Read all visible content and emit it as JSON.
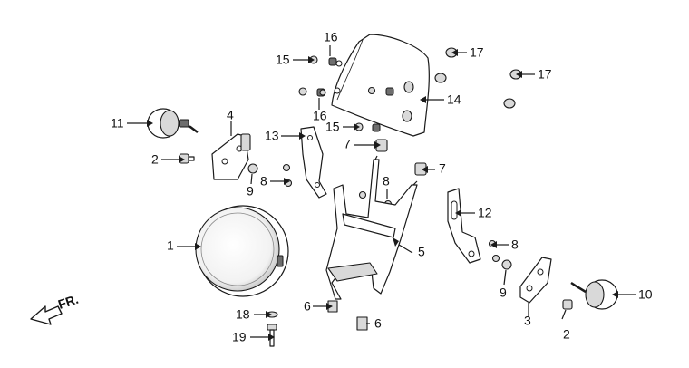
{
  "diagram": {
    "direction_label": "FR.",
    "callouts": [
      {
        "id": "c1",
        "label": "1"
      },
      {
        "id": "c2a",
        "label": "2"
      },
      {
        "id": "c2b",
        "label": "2"
      },
      {
        "id": "c3",
        "label": "3"
      },
      {
        "id": "c4",
        "label": "4"
      },
      {
        "id": "c5",
        "label": "5"
      },
      {
        "id": "c6a",
        "label": "6"
      },
      {
        "id": "c6b",
        "label": "6"
      },
      {
        "id": "c7a",
        "label": "7"
      },
      {
        "id": "c7b",
        "label": "7"
      },
      {
        "id": "c8a",
        "label": "8"
      },
      {
        "id": "c8b",
        "label": "8"
      },
      {
        "id": "c8c",
        "label": "8"
      },
      {
        "id": "c9a",
        "label": "9"
      },
      {
        "id": "c9b",
        "label": "9"
      },
      {
        "id": "c10",
        "label": "10"
      },
      {
        "id": "c11",
        "label": "11"
      },
      {
        "id": "c12",
        "label": "12"
      },
      {
        "id": "c13",
        "label": "13"
      },
      {
        "id": "c14",
        "label": "14"
      },
      {
        "id": "c15a",
        "label": "15"
      },
      {
        "id": "c15b",
        "label": "15"
      },
      {
        "id": "c16a",
        "label": "16"
      },
      {
        "id": "c16b",
        "label": "16"
      },
      {
        "id": "c17a",
        "label": "17"
      },
      {
        "id": "c17b",
        "label": "17"
      },
      {
        "id": "c18",
        "label": "18"
      },
      {
        "id": "c19",
        "label": "19"
      }
    ]
  }
}
